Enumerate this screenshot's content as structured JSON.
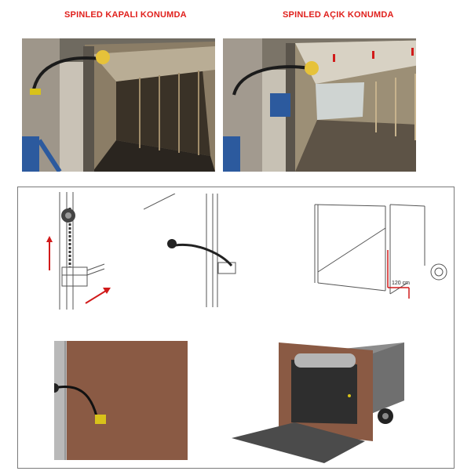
{
  "headers": {
    "closed": "SPINLED KAPALI KONUMDA",
    "open": "SPINLED AÇIK KONUMDA"
  },
  "annotation": {
    "height_label": "120 cm"
  },
  "colors": {
    "title_red": "#e0201c",
    "arrow_red": "#d11a1a",
    "door_brown": "#8a5a44",
    "sensor_yellow": "#d8c21a"
  }
}
